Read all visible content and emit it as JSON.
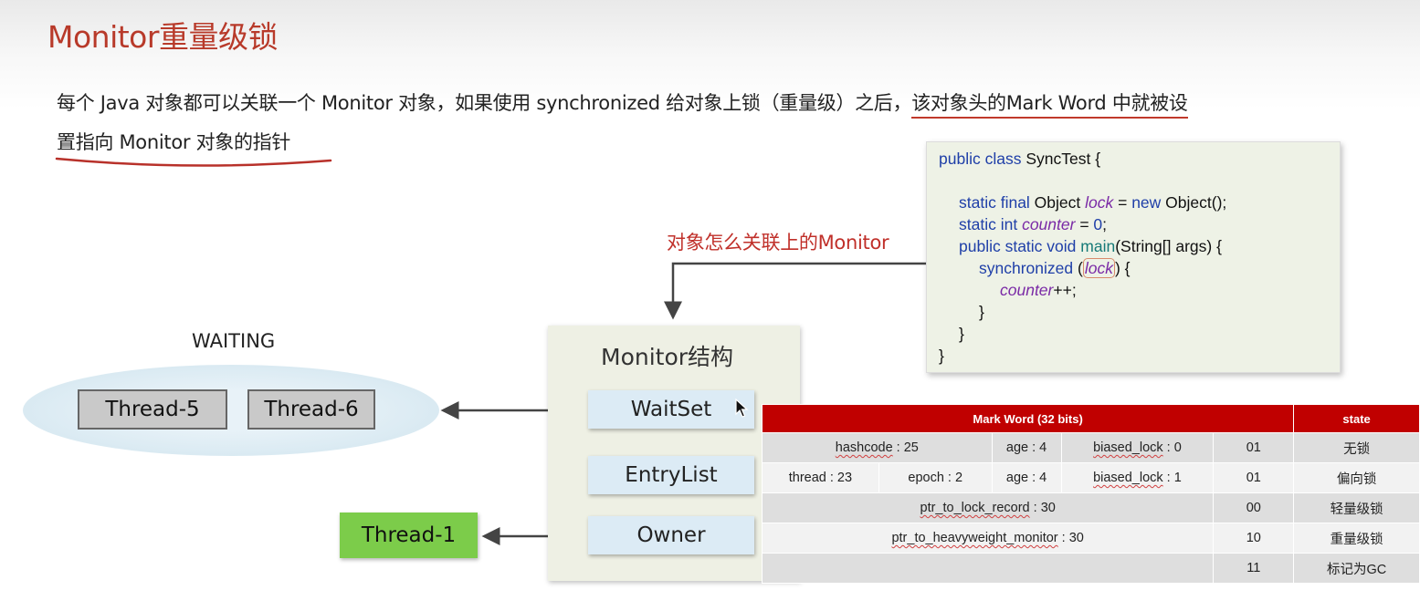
{
  "slide": {
    "title": "Monitor重量级锁",
    "description_part1": "每个 Java 对象都可以关联一个 Monitor 对象，如果使用 synchronized 给对象上锁（重量级）之后，",
    "description_part2": "该对象头的Mark Word 中就被设",
    "description_part3": "置指向 Monitor 对象的指针"
  },
  "code": {
    "line1_kw": "public class",
    "line1_rest": " SyncTest {",
    "line2_kw": "static final",
    "line2_type": " Object ",
    "line2_var": "lock",
    "line2_eq": " = ",
    "line2_new": "new",
    "line2_end": " Object();",
    "line3_kw": "static int",
    "line3_var": "counter",
    "line3_eq": " = ",
    "line3_num": "0",
    "line3_end": ";",
    "line4_kw": "public static void",
    "line4_fn": "main",
    "line4_end": "(String[] args) {",
    "line5_kw": "synchronized",
    "line5_open": " (",
    "line5_var": "lock",
    "line5_end": ") {",
    "line6_var": "counter",
    "line6_end": "++;",
    "line7": "}",
    "line8": "}",
    "line9": "}"
  },
  "annotation": "对象怎么关联上的Monitor",
  "monitor": {
    "title": "Monitor结构",
    "waitset": "WaitSet",
    "entrylist": "EntryList",
    "owner": "Owner"
  },
  "waiting": {
    "label": "WAITING",
    "threads": [
      "Thread-5",
      "Thread-6"
    ]
  },
  "owner_thread": "Thread-1",
  "mark_word": {
    "header": "Mark Word (32 bits)",
    "state_header": "state",
    "rows": [
      {
        "c1": "hashcode",
        "c1_val": " : 25",
        "age": "age : 4",
        "biased": "biased_lock",
        "biased_val": " : 0",
        "bits": "01",
        "state": "无锁"
      },
      {
        "thread": "thread : 23",
        "epoch": "epoch : 2",
        "age": "age : 4",
        "biased": "biased_lock",
        "biased_val": " : 1",
        "bits": "01",
        "state": "偏向锁"
      },
      {
        "ptr": "ptr_to_lock_record",
        "ptr_val": " : 30",
        "bits": "00",
        "state": "轻量级锁"
      },
      {
        "ptr": "ptr_to_heavyweight_monitor",
        "ptr_val": " : 30",
        "bits": "10",
        "state": "重量级锁"
      },
      {
        "bits": "11",
        "state": "标记为GC"
      }
    ]
  },
  "colors": {
    "title_red": "#b83a2a",
    "table_header_red": "#c00000",
    "owner_green": "#7ccc4a",
    "monitor_box_blue": "#dcebf5"
  }
}
